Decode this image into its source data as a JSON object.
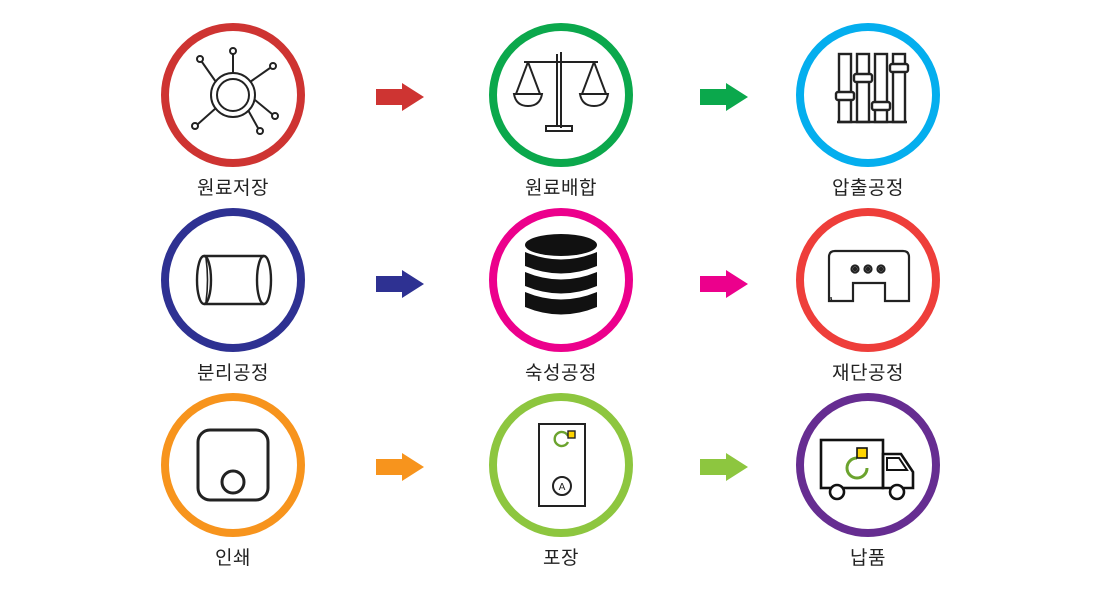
{
  "steps": [
    {
      "label": "원료저장",
      "color": "#CE3432",
      "icon": "valve-hub-icon"
    },
    {
      "label": "원료배합",
      "color": "#0BA84C",
      "icon": "balance-scale-icon"
    },
    {
      "label": "압출공정",
      "color": "#04AEEE",
      "icon": "slider-mixer-icon"
    },
    {
      "label": "분리공정",
      "color": "#2E3192",
      "icon": "cylinder-pipe-icon"
    },
    {
      "label": "숙성공정",
      "color": "#EC008C",
      "icon": "database-stack-icon"
    },
    {
      "label": "재단공정",
      "color": "#EE3E3A",
      "icon": "cutting-machine-icon"
    },
    {
      "label": "인쇄",
      "color": "#F7941D",
      "icon": "printer-button-icon"
    },
    {
      "label": "포장",
      "color": "#8DC63F",
      "icon": "package-box-icon"
    },
    {
      "label": "납품",
      "color": "#662D91",
      "icon": "delivery-truck-icon"
    }
  ],
  "arrows": [
    {
      "color": "#CE3432"
    },
    {
      "color": "#0BA84C"
    },
    {
      "color": "#2E3192"
    },
    {
      "color": "#EC008C"
    },
    {
      "color": "#F7941D"
    },
    {
      "color": "#8DC63F"
    }
  ],
  "package_mark": "A"
}
